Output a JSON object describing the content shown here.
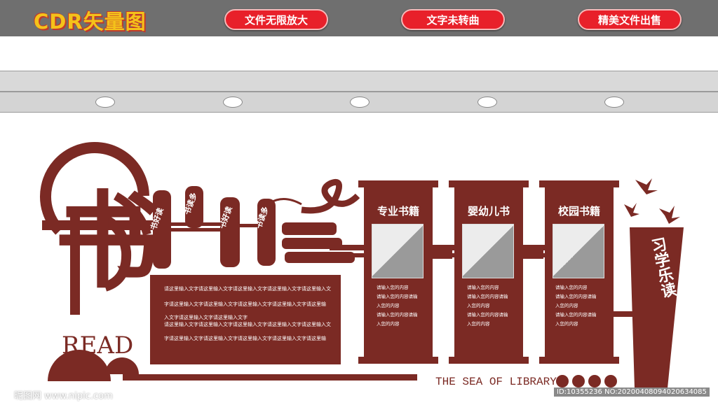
{
  "banner": {
    "logo": "CDR矢量图",
    "pills": [
      "文件无限放大",
      "文字未转曲",
      "精美文件出售"
    ]
  },
  "columns": [
    {
      "title": "专业书籍",
      "lines": [
        "请输入您的内容",
        "请输入您的内容请输",
        "入您的内容",
        "请输入您的内容请输",
        "入您的内容"
      ]
    },
    {
      "title": "婴幼儿书",
      "lines": [
        "请输入您的内容",
        "请输入您的内容请输",
        "入您的内容",
        "请输入您的内容请输",
        "入您的内容"
      ]
    },
    {
      "title": "校园书籍",
      "lines": [
        "请输入您的内容",
        "请输入您的内容请输",
        "入您的内容",
        "请输入您的内容请输",
        "入您的内容"
      ]
    }
  ],
  "main_text": [
    "请这里输入文字请这里输入文字请这里输入文字请这里输入文字请这里输入文",
    "字请这里输入文字请这里输入文字请这里输入文字请这里输入文字请这里输",
    "入文字请这里输入文字请这里输入文字",
    "请这里输入文字请这里输入文字请这里输入文字请这里输入文字请这里输入文",
    "字请这里输入文字请这里输入文字请这里输入文字请这里输入文字请这里输"
  ],
  "scrolls": [
    "书好读",
    "书读多",
    "书好读",
    "书读多"
  ],
  "vertical_motto": "习学乐读",
  "read_label": "READ",
  "footer_label": "THE SEA OF LIBRARY",
  "big_char": "书",
  "watermark": {
    "left": "昵图网 www.nipic.com",
    "right": "ID:10355236 NO:20200408094020634085"
  },
  "colors": {
    "brand_brown": "#7b2a24",
    "banner_gray": "#6f6f6f",
    "pill_red": "#e8202a",
    "logo_yellow": "#f4c21a"
  }
}
